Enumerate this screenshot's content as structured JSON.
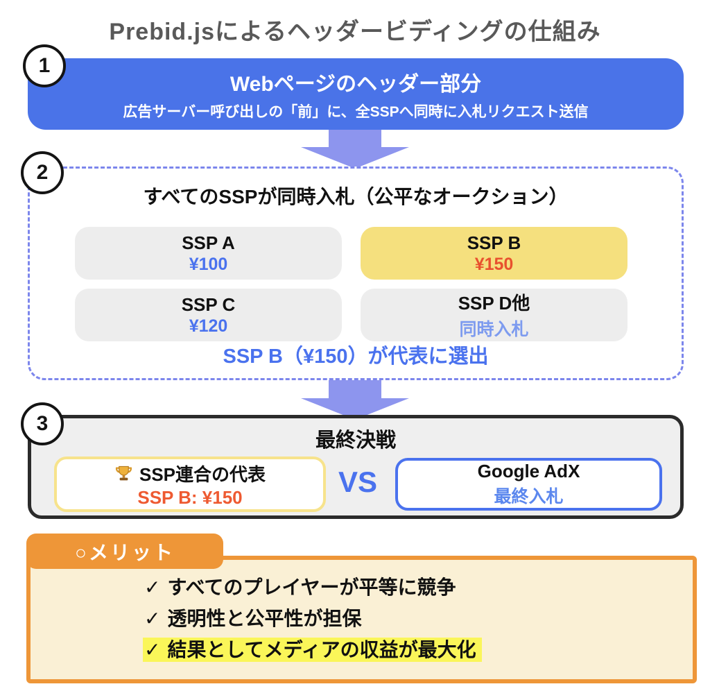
{
  "title": "Prebid.jsによるヘッダービディングの仕組み",
  "colors": {
    "title_gray": "#595959",
    "step1_blue": "#4a73e8",
    "arrow_purple": "#8d95ee",
    "dashed_border": "#7c86ec",
    "card_gray": "#ededed",
    "card_winner_yellow": "#f5e07e",
    "price_blue": "#4a72ee",
    "price_red": "#e8512e",
    "muted_blue": "#7d9bef",
    "step3_border": "#2b2b2b",
    "step3_bg": "#efefef",
    "left_card_border_yellow": "#f7e38c",
    "winner_orange_text": "#ee5a31",
    "adx_blue_text": "#5b87ee",
    "merit_orange": "#ee9638",
    "merit_cream": "#faf0d5",
    "highlight_yellow": "#faf659"
  },
  "step1": {
    "number": "1",
    "heading": "Webページのヘッダー部分",
    "subheading": "広告サーバー呼び出しの「前」に、全SSPへ同時に入札リクエスト送信"
  },
  "step2": {
    "number": "2",
    "heading": "すべてのSSPが同時入札（公平なオークション）",
    "cards": [
      {
        "name": "SSP A",
        "value": "¥100"
      },
      {
        "name": "SSP B",
        "value": "¥150"
      },
      {
        "name": "SSP C",
        "value": "¥120"
      },
      {
        "name": "SSP D他",
        "value": "同時入札"
      }
    ],
    "result": "SSP B（¥150）が代表に選出"
  },
  "step3": {
    "number": "3",
    "heading": "最終決戦",
    "left_card": {
      "icon": "trophy-icon",
      "name": "SSP連合の代表",
      "value": "SSP B: ¥150"
    },
    "vs": "VS",
    "right_card": {
      "name": "Google AdX",
      "value": "最終入札"
    }
  },
  "merit": {
    "tab": "○メリット",
    "check_glyph": "✓",
    "items": [
      {
        "label": "すべてのプレイヤーが平等に競争",
        "highlighted": false
      },
      {
        "label": "透明性と公平性が担保",
        "highlighted": false
      },
      {
        "label": "結果としてメディアの収益が最大化",
        "highlighted": true
      }
    ]
  }
}
